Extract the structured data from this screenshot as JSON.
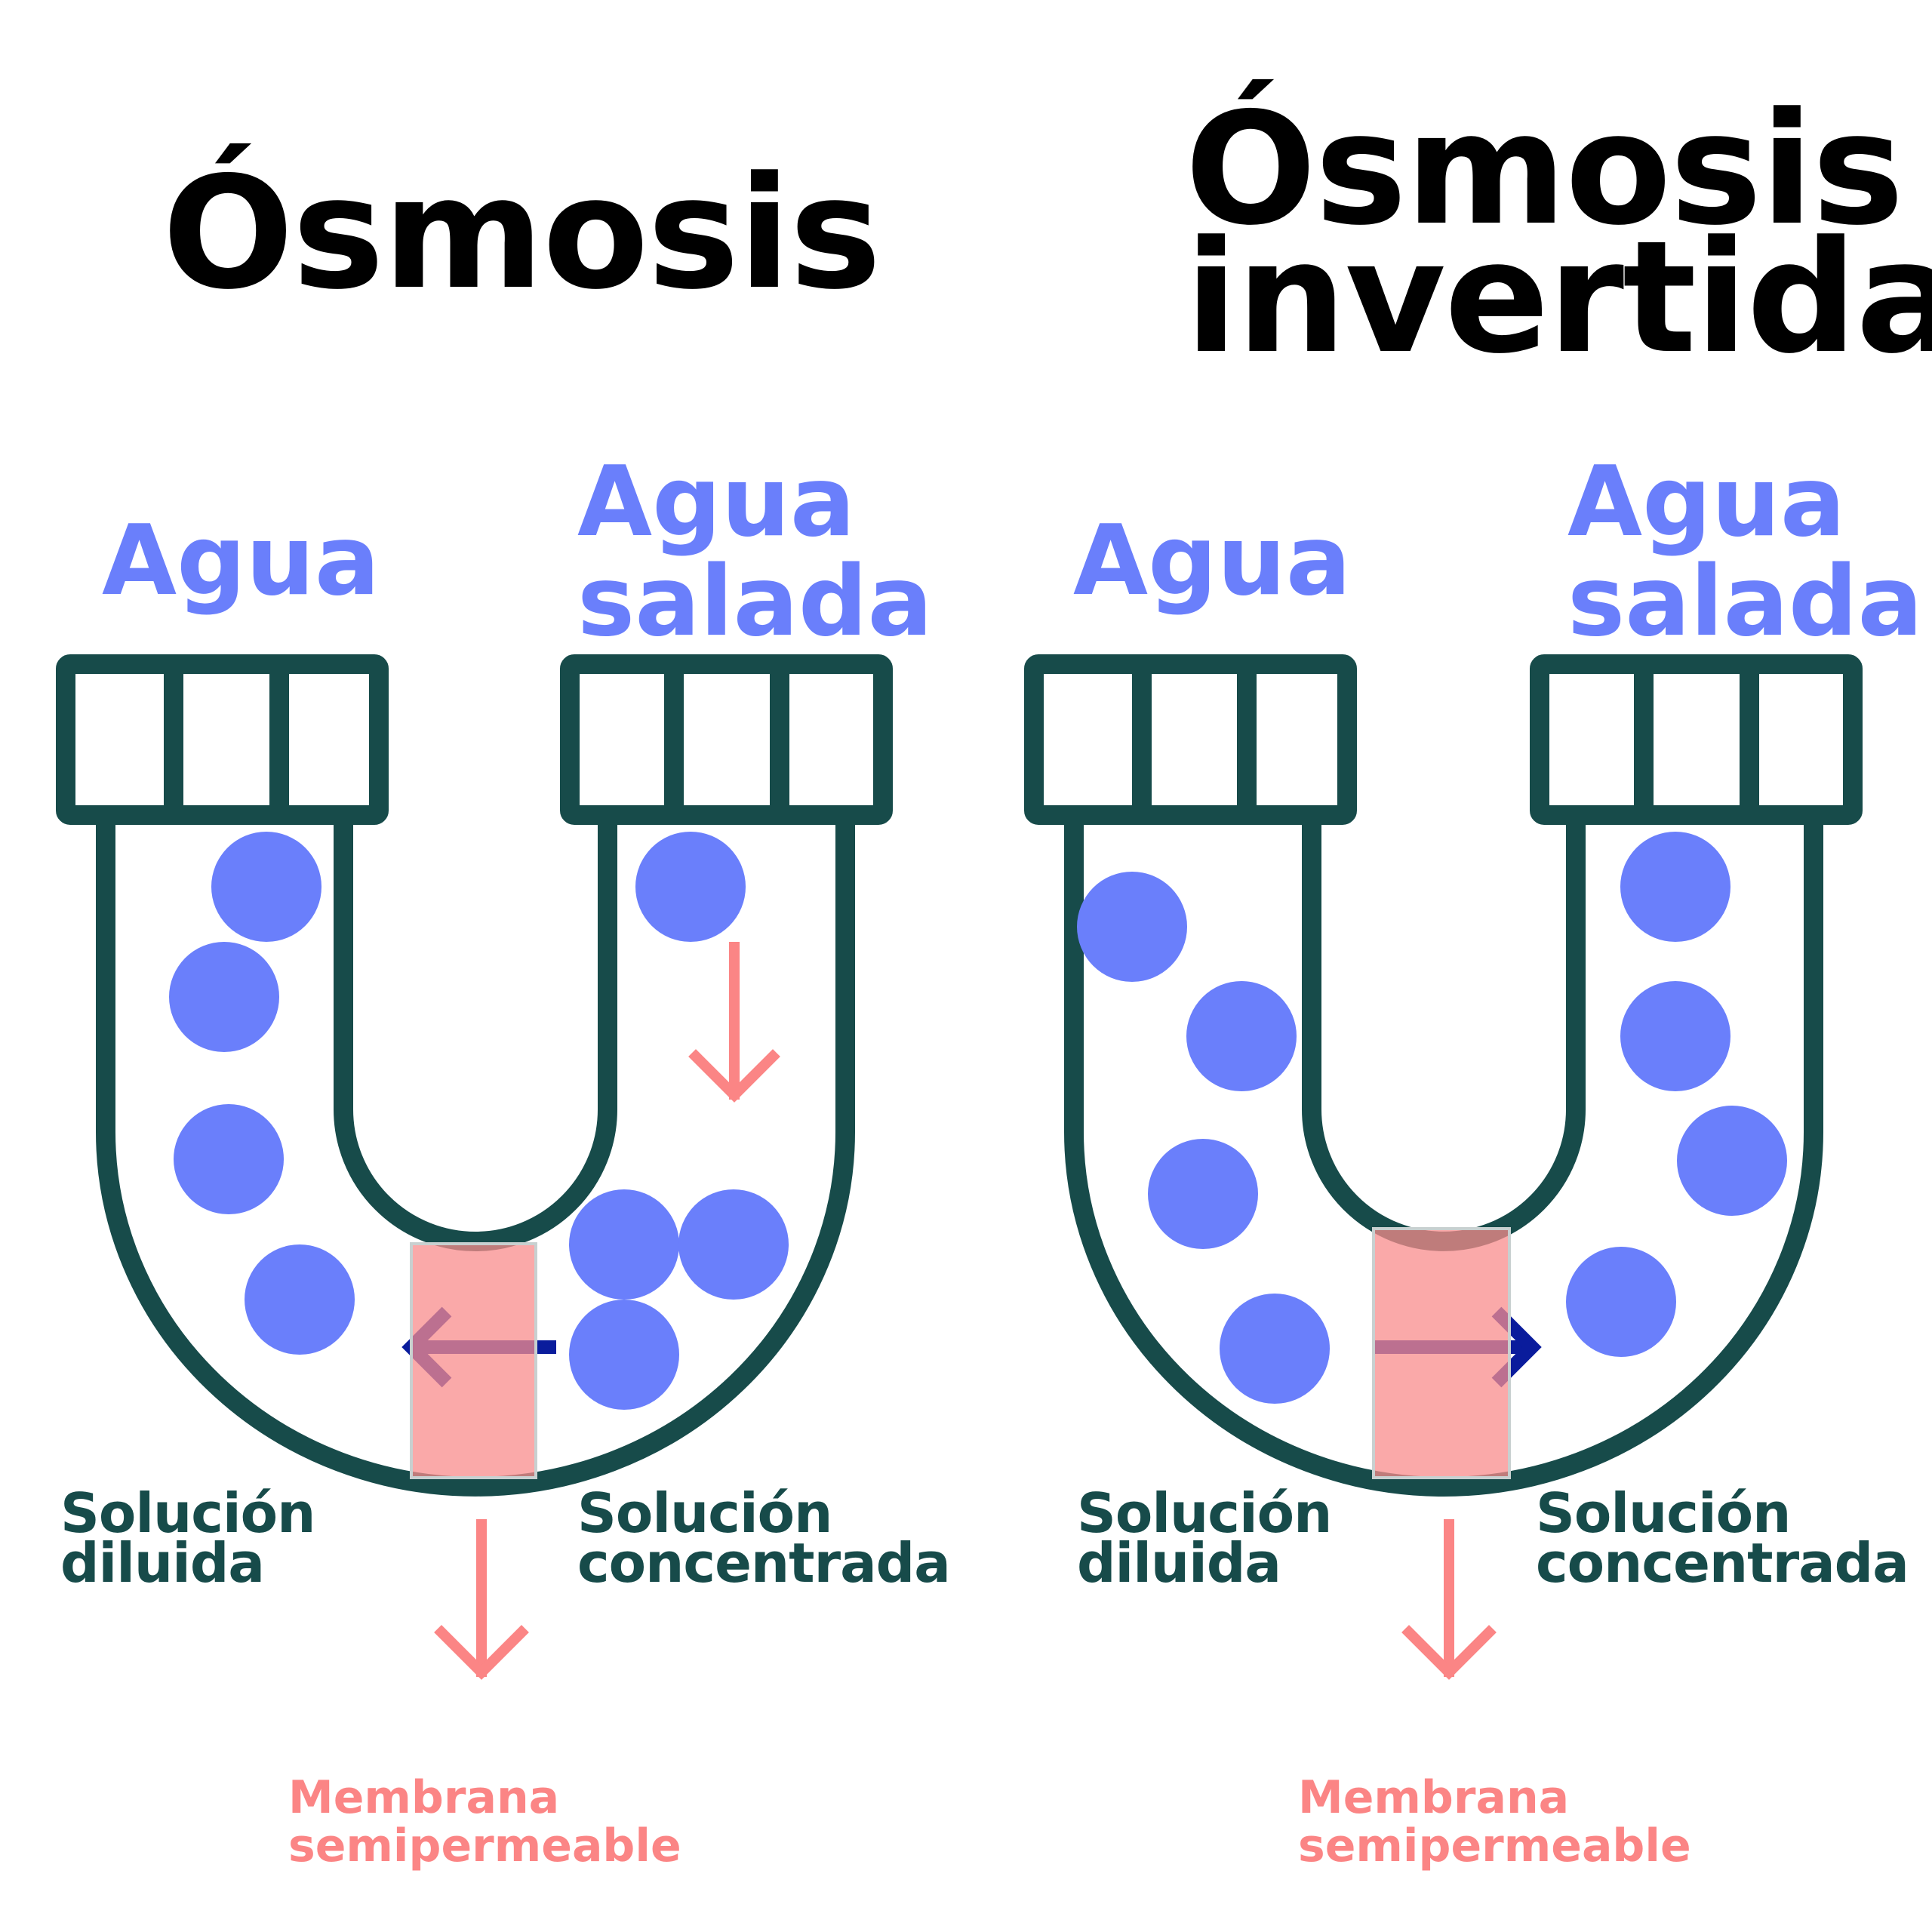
{
  "colors": {
    "tube": "#174b4a",
    "particle": "#6a7ffb",
    "membrane": "#f88c8c",
    "flow_arrow": "#0a1c9c",
    "pointer_arrow": "#fb8585"
  },
  "panels": [
    {
      "title": "Ósmosis",
      "water_label": "Agua",
      "salt_water_label": "Agua salada",
      "dilute_label": [
        "Solución",
        "diluida"
      ],
      "concentrated_label": [
        "Solución",
        "concentrada"
      ],
      "membrane_label": [
        "Membrana",
        "semipermeable"
      ],
      "flow_direction": "left"
    },
    {
      "title": "Ósmosis invertida",
      "water_label": "Agua",
      "salt_water_label": "Agua salada",
      "dilute_label": [
        "Solución",
        "diluida"
      ],
      "concentrated_label": [
        "Solución",
        "concentrada"
      ],
      "membrane_label": [
        "Membrana",
        "semipermeable"
      ],
      "flow_direction": "right"
    }
  ]
}
